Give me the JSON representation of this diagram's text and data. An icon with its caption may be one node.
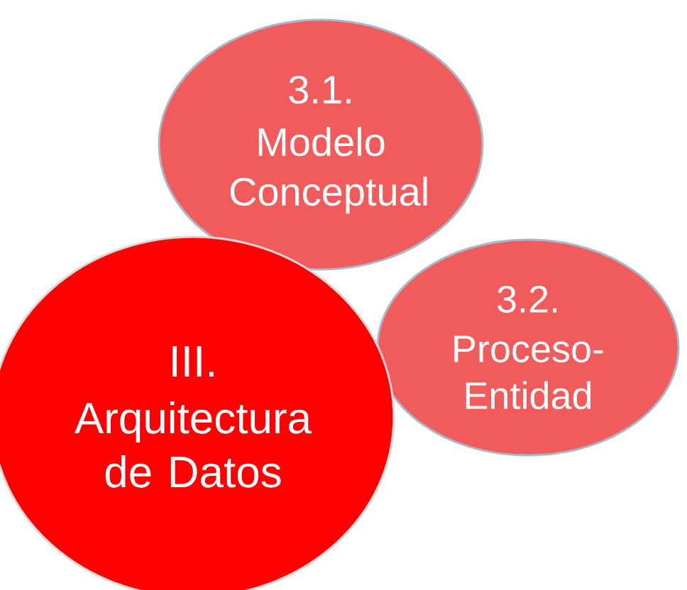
{
  "diagram": {
    "nodes": [
      {
        "text": [
          "3.1.",
          "Modelo Conceptual"
        ]
      },
      {
        "text": [
          "3.2.",
          "Proceso-Entidad"
        ]
      },
      {
        "text": [
          "III.",
          "Arquitectura de Datos"
        ]
      }
    ]
  }
}
